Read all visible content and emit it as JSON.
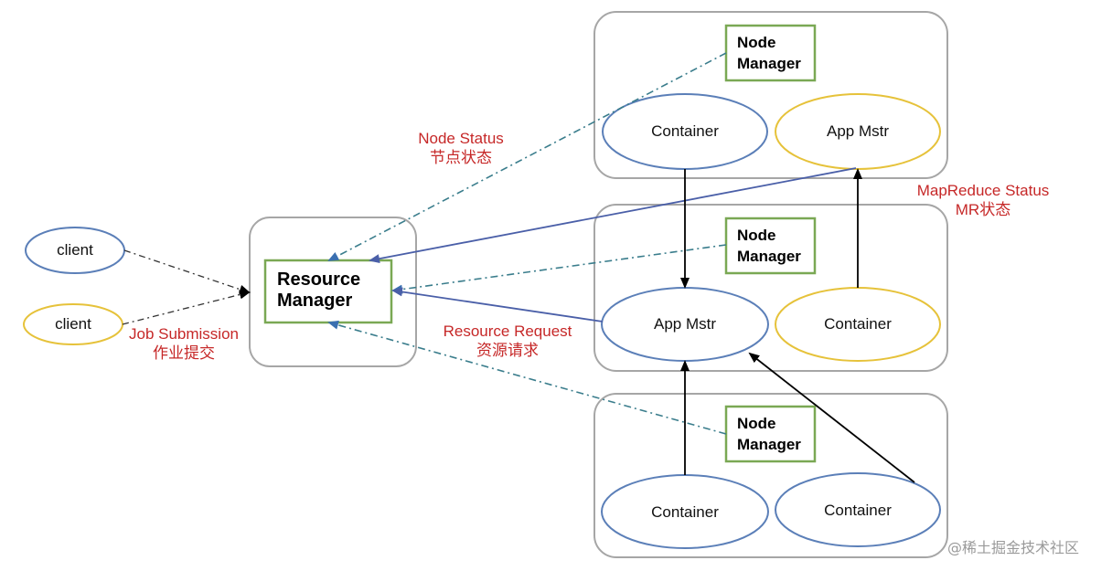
{
  "diagram": {
    "resource_manager": {
      "label_line1": "Resource",
      "label_line2": "Manager"
    },
    "node_manager_label_line1": "Node",
    "node_manager_label_line2": "Manager",
    "clients": [
      {
        "label": "client"
      },
      {
        "label": "client"
      }
    ],
    "node1": {
      "container": "Container",
      "app_mstr": "App Mstr"
    },
    "node2": {
      "app_mstr": "App Mstr",
      "container": "Container"
    },
    "node3": {
      "container_left": "Container",
      "container_right": "Container"
    },
    "annotations": {
      "node_status_en": "Node Status",
      "node_status_zh": "节点状态",
      "mapreduce_status_en": "MapReduce Status",
      "mapreduce_status_zh": "MR状态",
      "resource_request_en": "Resource Request",
      "resource_request_zh": "资源请求",
      "job_submission_en": "Job Submission",
      "job_submission_zh": "作业提交"
    },
    "colors": {
      "blue_outline": "#5b7fb8",
      "yellow_outline": "#e6c23a",
      "green_box": "#7aa854",
      "group_border": "#a6a6a6",
      "arrow_blue": "#4a5fa8",
      "dashdot_teal": "#3a7d8c",
      "annotation_red": "#c62828"
    }
  },
  "watermark": "@稀土掘金技术社区"
}
